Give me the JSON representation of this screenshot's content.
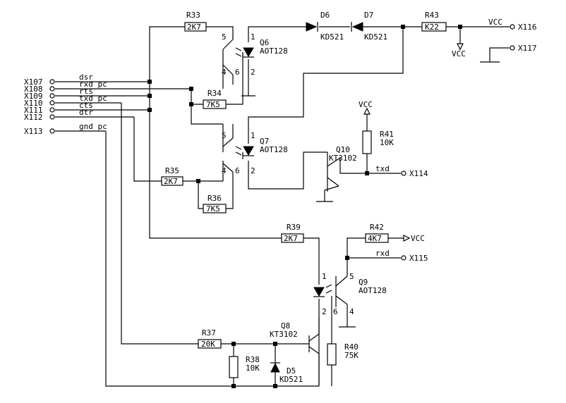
{
  "connectors": {
    "x107": "X107",
    "x108": "X108",
    "x109": "X109",
    "x110": "X110",
    "x111": "X111",
    "x112": "X112",
    "x113": "X113",
    "x114": "X114",
    "x115": "X115",
    "x116": "X116",
    "x117": "X117"
  },
  "signals": {
    "dsr": "dsr",
    "rxd_pc": "rxd pc",
    "rts": "rts",
    "txd_pc": "txd pc",
    "cts": "cts",
    "dtr": "dtr",
    "gnd_pc": "gnd pc",
    "txd": "txd",
    "rxd": "rxd",
    "vcc": "VCC"
  },
  "resistors": {
    "r33": {
      "name": "R33",
      "value": "2K7"
    },
    "r34": {
      "name": "R34",
      "value": "7K5"
    },
    "r35": {
      "name": "R35",
      "value": "2K7"
    },
    "r36": {
      "name": "R36",
      "value": "7K5"
    },
    "r37": {
      "name": "R37",
      "value": "20K"
    },
    "r38": {
      "name": "R38",
      "value": "10K"
    },
    "r39": {
      "name": "R39",
      "value": "2K7"
    },
    "r40": {
      "name": "R40",
      "value": "75K"
    },
    "r41": {
      "name": "R41",
      "value": "10K"
    },
    "r42": {
      "name": "R42",
      "value": "4K7"
    },
    "r43": {
      "name": "R43",
      "value": "K22"
    }
  },
  "diodes": {
    "d5": {
      "name": "D5",
      "type": "KD521"
    },
    "d6": {
      "name": "D6",
      "type": "KD521"
    },
    "d7": {
      "name": "D7",
      "type": "KD521"
    }
  },
  "transistors": {
    "q6": {
      "name": "Q6",
      "type": "AOT128"
    },
    "q7": {
      "name": "Q7",
      "type": "AOT128"
    },
    "q8": {
      "name": "Q8",
      "type": "KT3102"
    },
    "q9": {
      "name": "Q9",
      "type": "AOT128"
    },
    "q10": {
      "name": "Q10",
      "type": "KT3102"
    }
  },
  "pin_numbers": {
    "p1": "1",
    "p2": "2",
    "p4": "4",
    "p5": "5",
    "p6": "6"
  }
}
